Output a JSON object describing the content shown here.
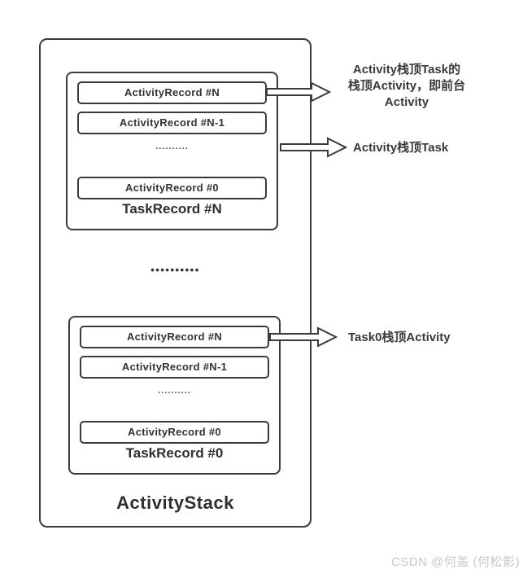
{
  "diagram": {
    "stack_label": "ActivityStack",
    "stack_ellipsis": "••••••••••",
    "tasks": [
      {
        "label": "TaskRecord #N",
        "ellipsis": "..........",
        "records": [
          "ActivityRecord #N",
          "ActivityRecord #N-1",
          "ActivityRecord #0"
        ]
      },
      {
        "label": "TaskRecord #0",
        "ellipsis": "..........",
        "records": [
          "ActivityRecord #N",
          "ActivityRecord #N-1",
          "ActivityRecord #0"
        ]
      }
    ],
    "annotations": [
      {
        "text": "Activity栈顶Task的\n栈顶Activity，即前台\nActivity"
      },
      {
        "text": "Activity栈顶Task"
      },
      {
        "text": "Task0栈顶Activity"
      }
    ],
    "colors": {
      "stroke": "#3a3a3a",
      "text": "#333333",
      "watermark": "#c8c8c8",
      "background": "#ffffff"
    }
  },
  "watermark": {
    "text": "CSDN @何盖 (何松影)"
  }
}
